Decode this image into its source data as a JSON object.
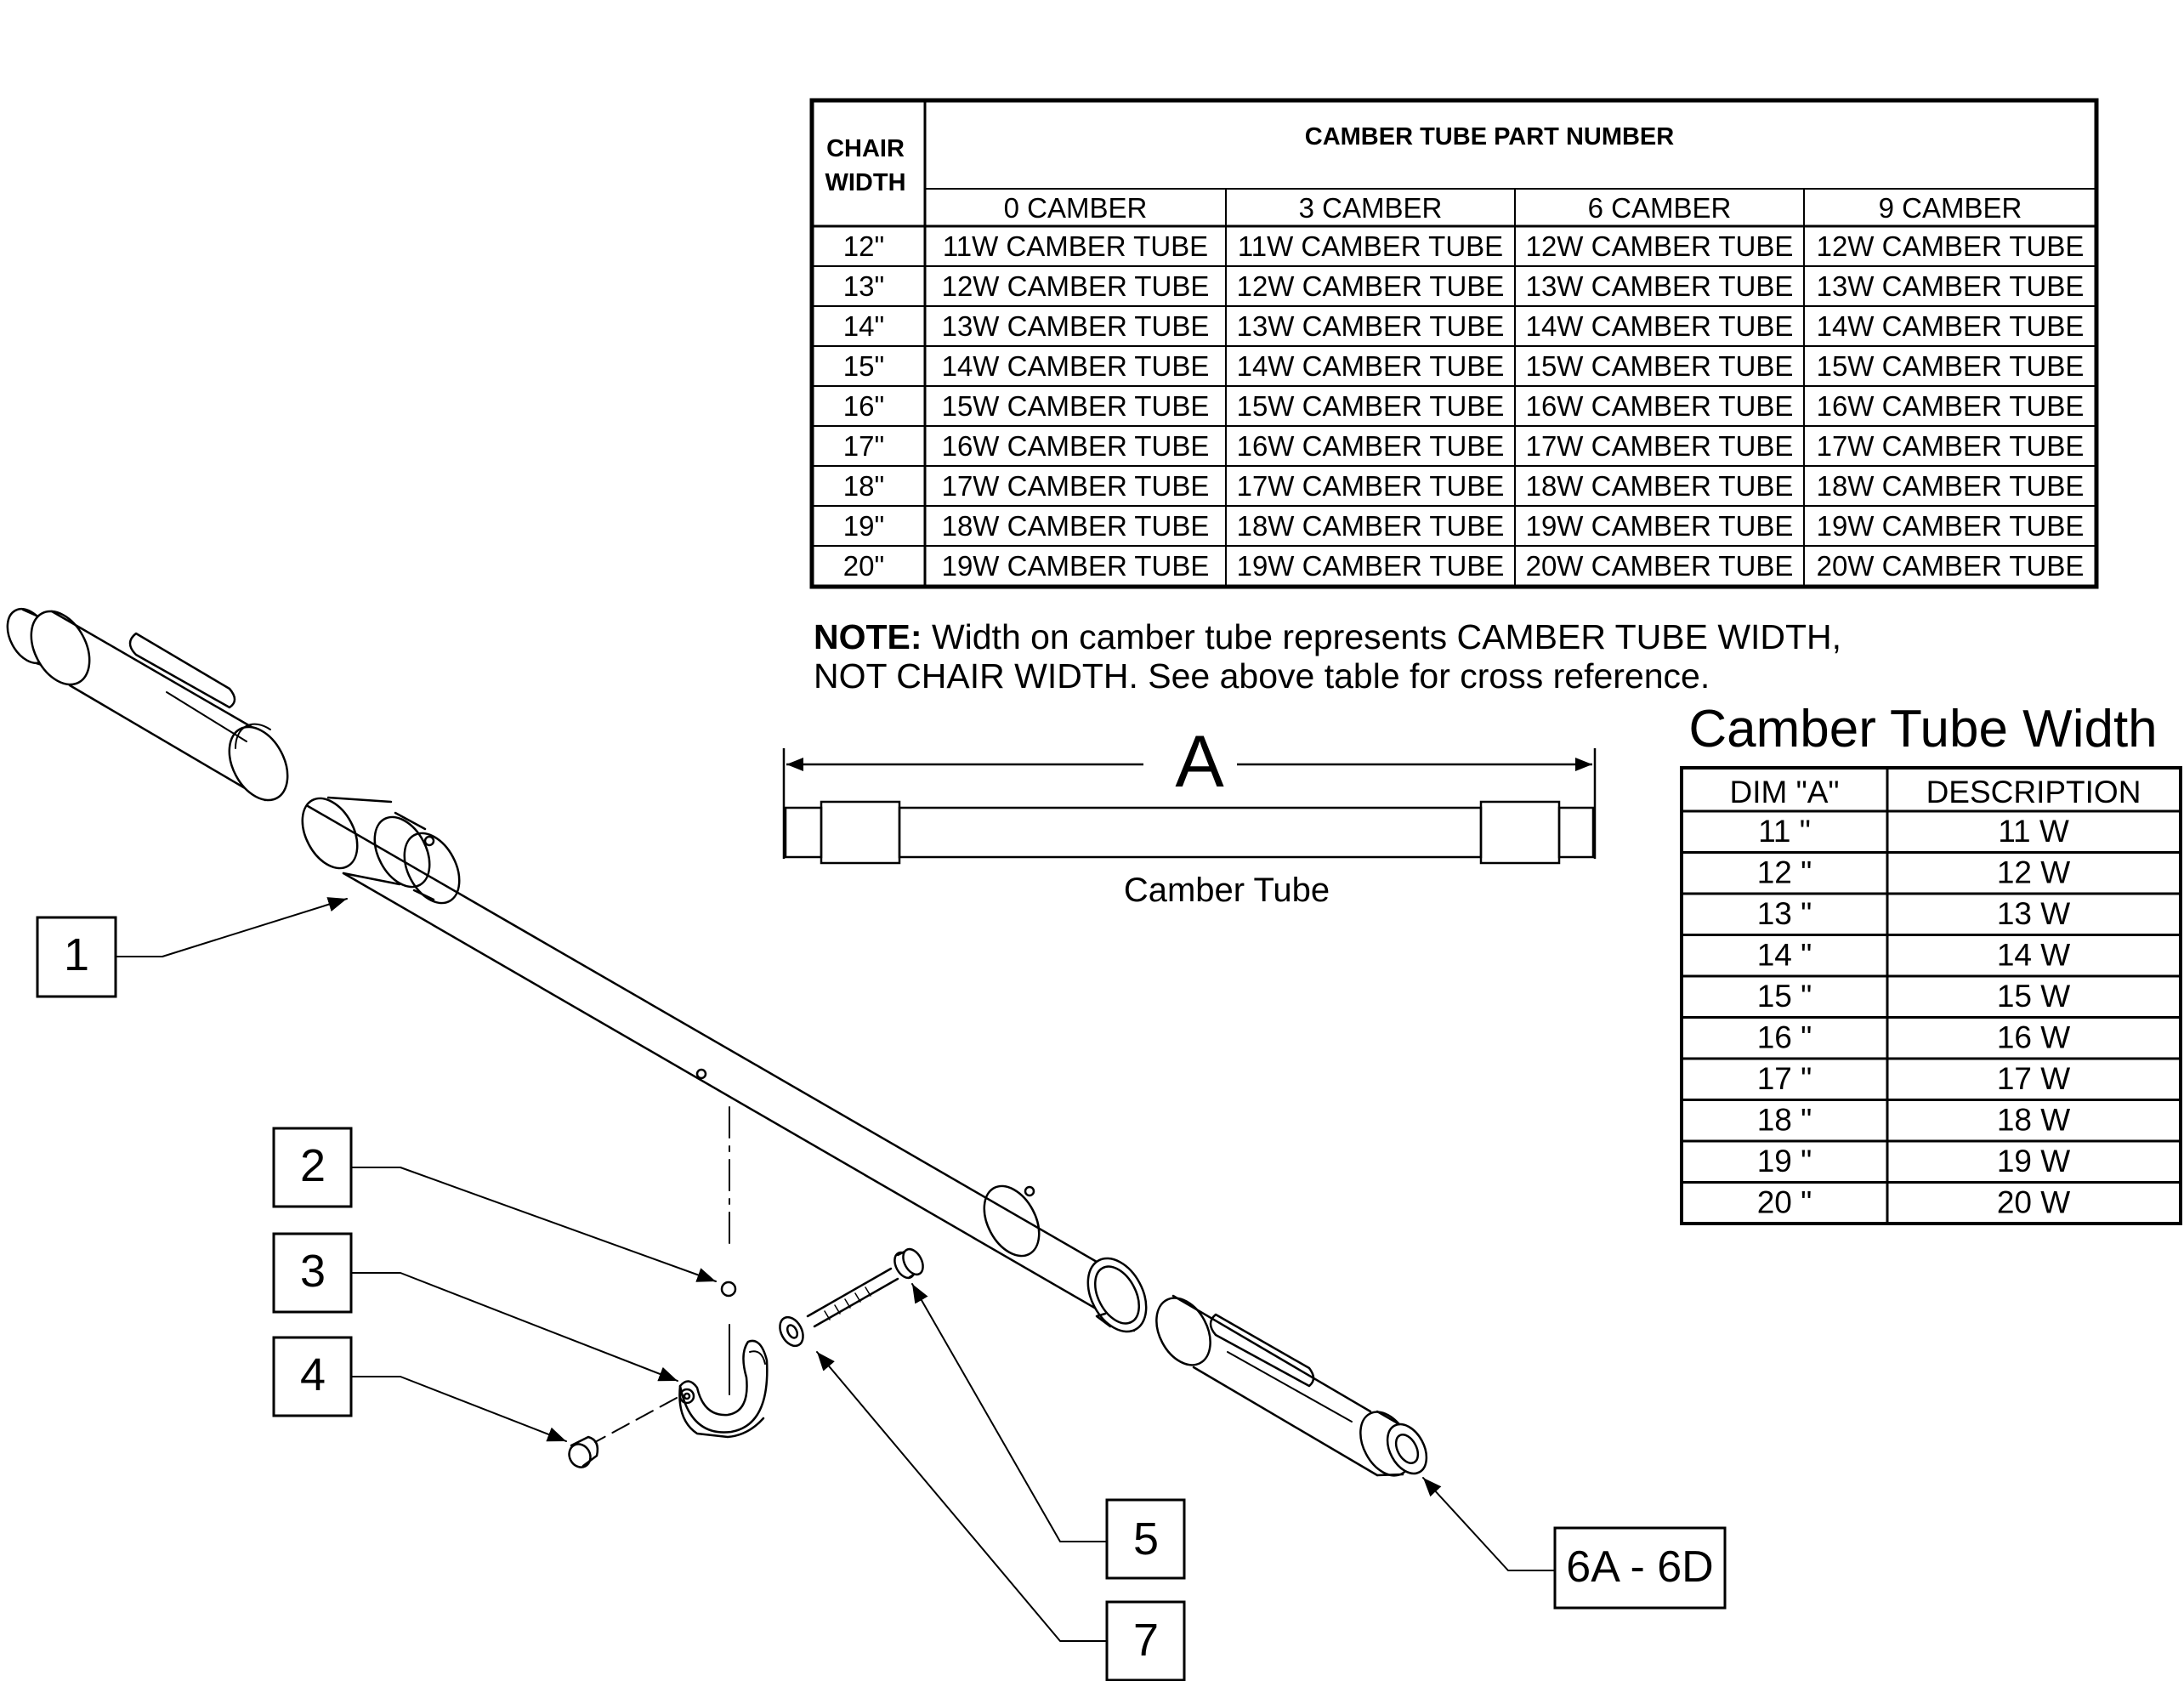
{
  "part_table": {
    "header_left_line1": "CHAIR",
    "header_left_line2": "WIDTH",
    "header_main": "CAMBER TUBE PART NUMBER",
    "columns": [
      "0 CAMBER",
      "3 CAMBER",
      "6 CAMBER",
      "9 CAMBER"
    ],
    "rows": [
      {
        "width": "12\"",
        "cells": [
          "11W CAMBER TUBE",
          "11W CAMBER TUBE",
          "12W CAMBER TUBE",
          "12W CAMBER TUBE"
        ]
      },
      {
        "width": "13\"",
        "cells": [
          "12W CAMBER TUBE",
          "12W CAMBER TUBE",
          "13W CAMBER TUBE",
          "13W CAMBER TUBE"
        ]
      },
      {
        "width": "14\"",
        "cells": [
          "13W CAMBER TUBE",
          "13W CAMBER TUBE",
          "14W CAMBER TUBE",
          "14W CAMBER TUBE"
        ]
      },
      {
        "width": "15\"",
        "cells": [
          "14W CAMBER TUBE",
          "14W CAMBER TUBE",
          "15W CAMBER TUBE",
          "15W CAMBER TUBE"
        ]
      },
      {
        "width": "16\"",
        "cells": [
          "15W CAMBER TUBE",
          "15W CAMBER TUBE",
          "16W CAMBER TUBE",
          "16W CAMBER TUBE"
        ]
      },
      {
        "width": "17\"",
        "cells": [
          "16W CAMBER TUBE",
          "16W CAMBER TUBE",
          "17W CAMBER TUBE",
          "17W CAMBER TUBE"
        ]
      },
      {
        "width": "18\"",
        "cells": [
          "17W CAMBER TUBE",
          "17W CAMBER TUBE",
          "18W CAMBER TUBE",
          "18W CAMBER TUBE"
        ]
      },
      {
        "width": "19\"",
        "cells": [
          "18W CAMBER TUBE",
          "18W CAMBER TUBE",
          "19W CAMBER TUBE",
          "19W CAMBER TUBE"
        ]
      },
      {
        "width": "20\"",
        "cells": [
          "19W CAMBER TUBE",
          "19W CAMBER TUBE",
          "20W CAMBER TUBE",
          "20W CAMBER TUBE"
        ]
      }
    ]
  },
  "note": {
    "label": "NOTE:",
    "line1": " Width on camber tube represents CAMBER TUBE WIDTH,",
    "line2": "NOT CHAIR WIDTH.  See above table for cross reference."
  },
  "dimension_label": "A",
  "tube_caption": "Camber Tube",
  "width_table": {
    "title": "Camber Tube Width",
    "col_dim": "DIM \"A\"",
    "col_desc": "DESCRIPTION",
    "rows": [
      {
        "dim": "11 \"",
        "desc": "11 W"
      },
      {
        "dim": "12 \"",
        "desc": "12 W"
      },
      {
        "dim": "13 \"",
        "desc": "13 W"
      },
      {
        "dim": "14 \"",
        "desc": "14 W"
      },
      {
        "dim": "15 \"",
        "desc": "15 W"
      },
      {
        "dim": "16 \"",
        "desc": "16 W"
      },
      {
        "dim": "17 \"",
        "desc": "17 W"
      },
      {
        "dim": "18 \"",
        "desc": "18 W"
      },
      {
        "dim": "19 \"",
        "desc": "19 W"
      },
      {
        "dim": "20 \"",
        "desc": "20 W"
      }
    ]
  },
  "callouts": {
    "c1": "1",
    "c2": "2",
    "c3": "3",
    "c4": "4",
    "c5": "5",
    "c6": "6A - 6D",
    "c7": "7"
  }
}
